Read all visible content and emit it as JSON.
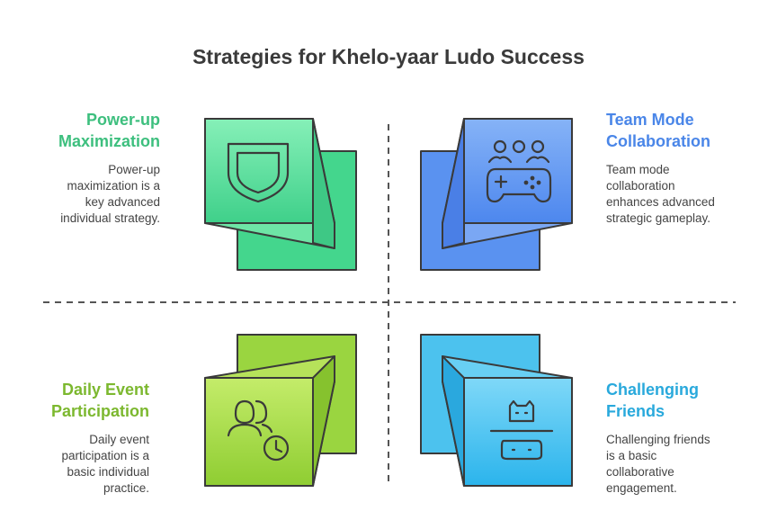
{
  "title": "Strategies for Khelo-yaar Ludo Success",
  "colors": {
    "power_up": "#3dbf7e",
    "team_mode": "#4a86e8",
    "daily_event": "#7cb82f",
    "challenging": "#29a9dc",
    "stroke": "#3a3a3a",
    "divider": "#555555"
  },
  "quadrants": [
    {
      "key": "power_up",
      "heading_line1": "Power-up",
      "heading_line2": "Maximization",
      "desc_lines": [
        "Power-up",
        "maximization is a",
        "key advanced",
        "individual strategy."
      ],
      "icon": "shield-icon"
    },
    {
      "key": "team_mode",
      "heading_line1": "Team Mode",
      "heading_line2": "Collaboration",
      "desc_lines": [
        "Team mode",
        "collaboration",
        "enhances advanced",
        "strategic gameplay."
      ],
      "icon": "team-gamepad-icon"
    },
    {
      "key": "daily_event",
      "heading_line1": "Daily Event",
      "heading_line2": "Participation",
      "desc_lines": [
        "Daily event",
        "participation is a",
        "basic individual",
        "practice."
      ],
      "icon": "users-clock-icon"
    },
    {
      "key": "challenging",
      "heading_line1": "Challenging",
      "heading_line2": "Friends",
      "desc_lines": [
        "Challenging friends",
        "is a basic",
        "collaborative",
        "engagement."
      ],
      "icon": "versus-gamepad-icon"
    }
  ]
}
